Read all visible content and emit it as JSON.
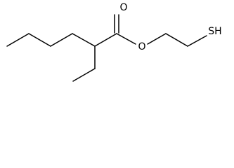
{
  "atoms": {
    "carbonyl_oxygen": "O",
    "ester_oxygen": "O",
    "thiol": "SH"
  }
}
